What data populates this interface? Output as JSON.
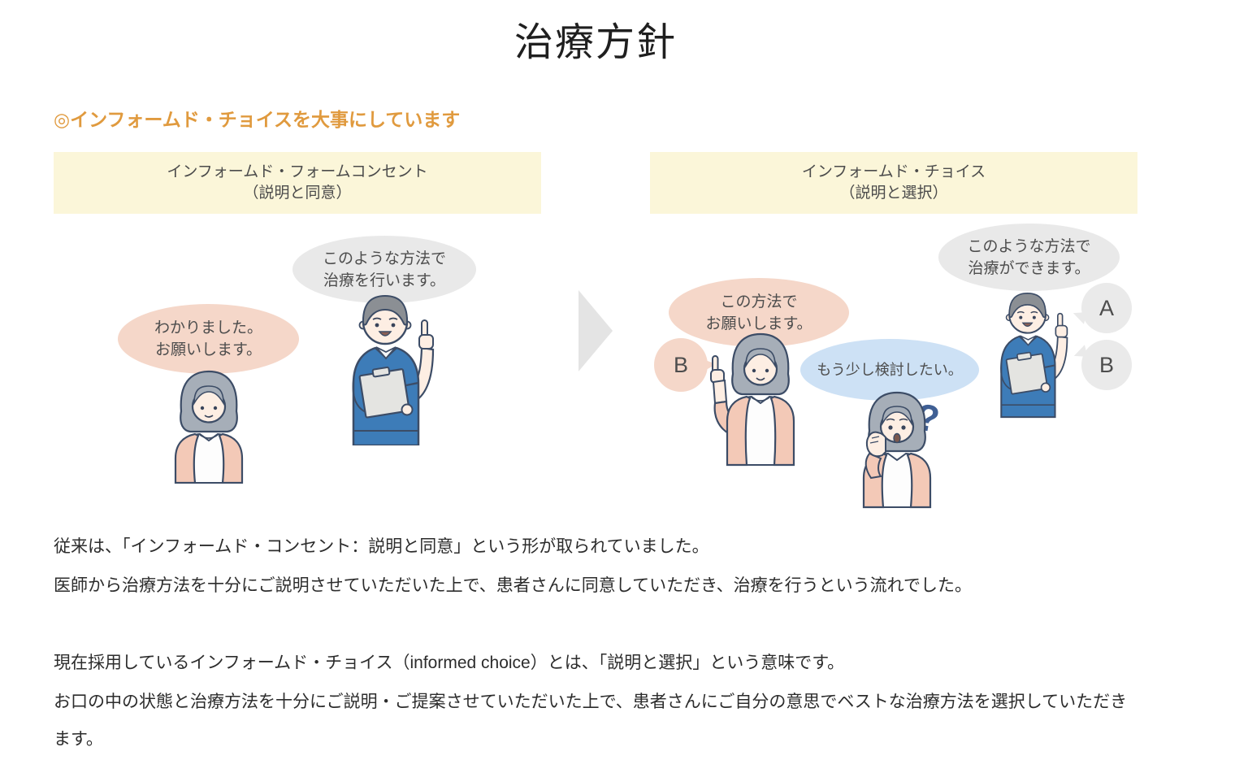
{
  "page": {
    "title": "治療方針",
    "section_heading": "◎インフォームド・チョイスを大事にしています"
  },
  "diagram": {
    "left_banner": {
      "line1": "インフォームド・フォームコンセント",
      "line2": "（説明と同意）"
    },
    "right_banner": {
      "line1": "インフォームド・チョイス",
      "line2": "（説明と選択）"
    },
    "left_scene": {
      "doctor_bubble": {
        "line1": "このような方法で",
        "line2": "治療を行います。"
      },
      "patient_bubble": {
        "line1": "わかりました。",
        "line2": "お願いします。"
      }
    },
    "right_scene": {
      "doctor_bubble": {
        "line1": "このような方法で",
        "line2": "治療ができます。"
      },
      "choice_bubble": {
        "line1": "この方法で",
        "line2": "お願いします。"
      },
      "consider_bubble": "もう少し検討したい。",
      "option_a": "A",
      "option_b_doctor": "B",
      "option_b_patient": "B",
      "question_mark": "?"
    }
  },
  "paragraphs": {
    "p1": "従来は、「インフォームド・コンセント：説明と同意」という形が取られていました。",
    "p2": "医師から治療方法を十分にご説明させていただいた上で、患者さんに同意していただき、治療を行うという流れでした。",
    "p3": "現在採用しているインフォームド・チョイス（informed choice）とは、「説明と選択」という意味です。",
    "p4": "お口の中の状態と治療方法を十分にご説明・ご提案させていただいた上で、患者さんにご自分の意思でベストな治療方法を選択していただきます。"
  },
  "colors": {
    "heading_orange": "#e09a3e",
    "banner_bg": "#fbf6d9",
    "bubble_gray": "#e9e9e9",
    "bubble_pink": "#f5d7c9",
    "bubble_blue": "#cde1f5",
    "arrow_gray": "#e4e4e4",
    "scrub_blue": "#3d7cb8",
    "cardigan_pink": "#f3c9b7",
    "question_blue": "#3f5f94"
  }
}
